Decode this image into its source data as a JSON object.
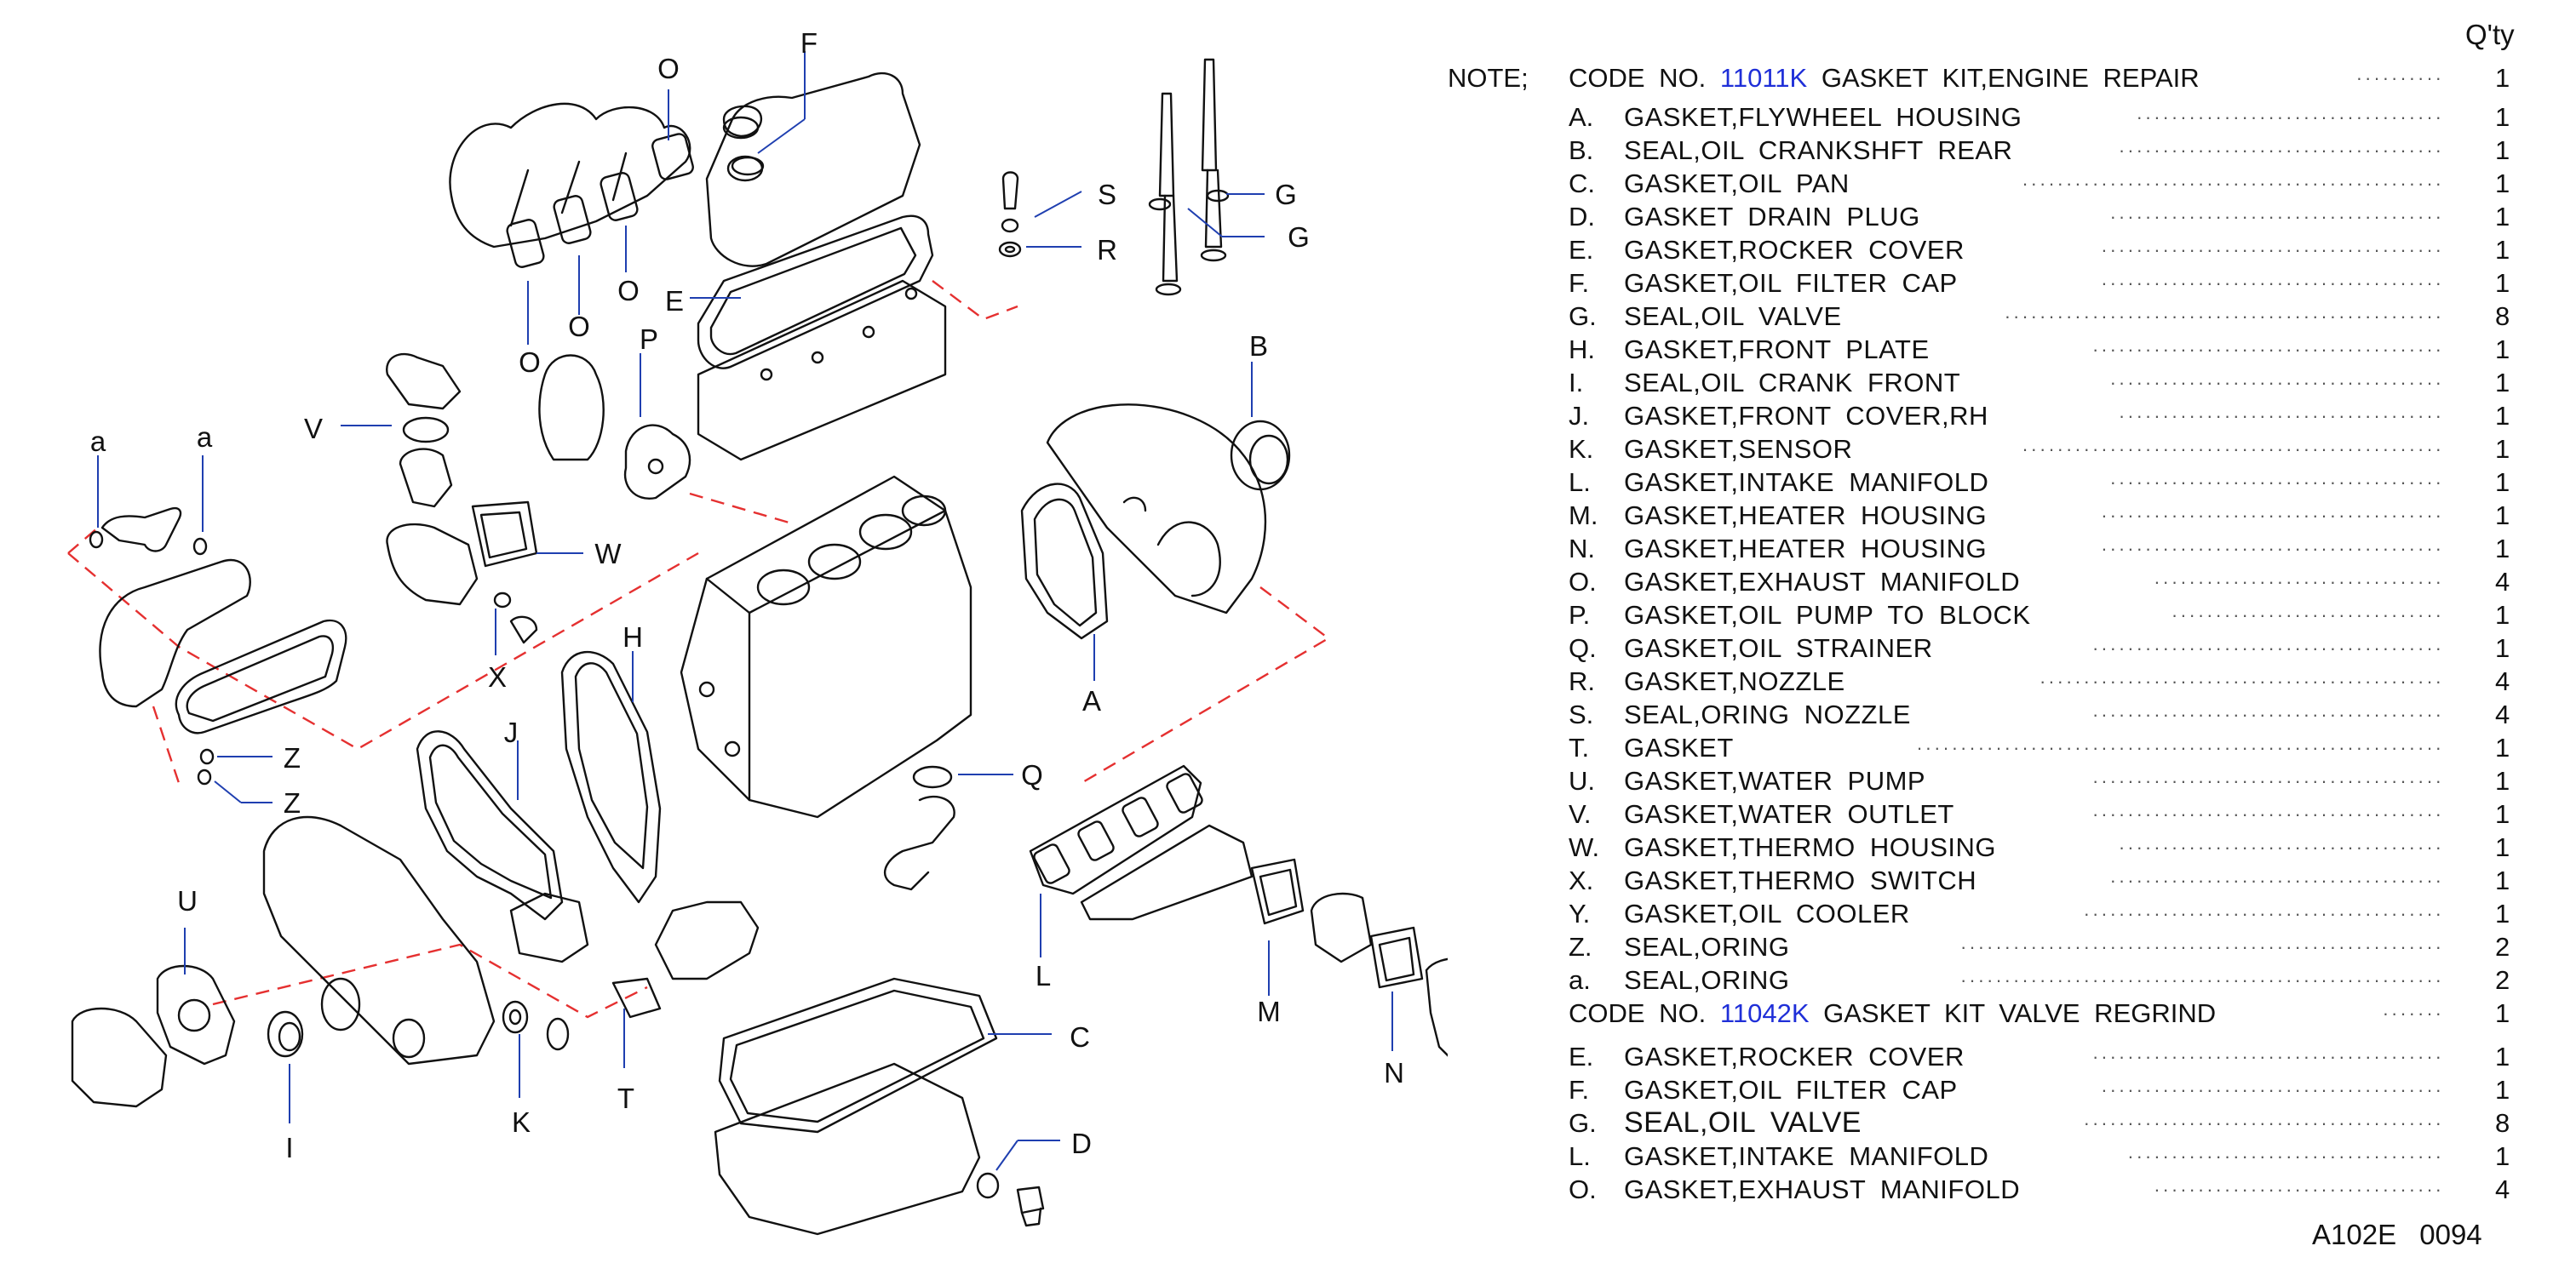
{
  "callouts": [
    "O",
    "F",
    "S",
    "R",
    "G",
    "G",
    "E",
    "O",
    "O",
    "O",
    "P",
    "B",
    "a",
    "a",
    "V",
    "W",
    "X",
    "H",
    "J",
    "A",
    "Q",
    "Z",
    "Z",
    "U",
    "K",
    "T",
    "L",
    "C",
    "M",
    "N",
    "D",
    "I"
  ],
  "parts_list": {
    "qty_header": "Q'ty",
    "note_label": "NOTE;",
    "kits": [
      {
        "code_prefix": "CODE  NO.",
        "code": "11011K",
        "title": "GASKET  KIT,ENGINE  REPAIR",
        "qty": "1",
        "items": [
          {
            "letter": "A.",
            "desc": "GASKET,FLYWHEEL  HOUSING",
            "qty": "1"
          },
          {
            "letter": "B.",
            "desc": "SEAL,OIL  CRANKSHFT  REAR",
            "qty": "1"
          },
          {
            "letter": "C.",
            "desc": "GASKET,OIL  PAN",
            "qty": "1"
          },
          {
            "letter": "D.",
            "desc": "GASKET  DRAIN  PLUG",
            "qty": "1"
          },
          {
            "letter": "E.",
            "desc": "GASKET,ROCKER  COVER",
            "qty": "1"
          },
          {
            "letter": "F.",
            "desc": "GASKET,OIL  FILTER  CAP",
            "qty": "1"
          },
          {
            "letter": "G.",
            "desc": "SEAL,OIL  VALVE",
            "qty": "8"
          },
          {
            "letter": "H.",
            "desc": "GASKET,FRONT  PLATE",
            "qty": "1"
          },
          {
            "letter": "I.",
            "desc": "SEAL,OIL  CRANK  FRONT",
            "qty": "1"
          },
          {
            "letter": "J.",
            "desc": "GASKET,FRONT  COVER,RH",
            "qty": "1"
          },
          {
            "letter": "K.",
            "desc": "GASKET,SENSOR",
            "qty": "1"
          },
          {
            "letter": "L.",
            "desc": "GASKET,INTAKE  MANIFOLD",
            "qty": "1"
          },
          {
            "letter": "M.",
            "desc": "GASKET,HEATER  HOUSING",
            "qty": "1"
          },
          {
            "letter": "N.",
            "desc": "GASKET,HEATER  HOUSING",
            "qty": "1"
          },
          {
            "letter": "O.",
            "desc": "GASKET,EXHAUST  MANIFOLD",
            "qty": "4"
          },
          {
            "letter": "P.",
            "desc": "GASKET,OIL  PUMP  TO  BLOCK",
            "qty": "1"
          },
          {
            "letter": "Q.",
            "desc": "GASKET,OIL  STRAINER",
            "qty": "1"
          },
          {
            "letter": "R.",
            "desc": "GASKET,NOZZLE",
            "qty": "4"
          },
          {
            "letter": "S.",
            "desc": "SEAL,ORING  NOZZLE",
            "qty": "4"
          },
          {
            "letter": "T.",
            "desc": "GASKET",
            "qty": "1"
          },
          {
            "letter": "U.",
            "desc": "GASKET,WATER  PUMP",
            "qty": "1"
          },
          {
            "letter": "V.",
            "desc": "GASKET,WATER  OUTLET",
            "qty": "1"
          },
          {
            "letter": "W.",
            "desc": "GASKET,THERMO  HOUSING",
            "qty": "1"
          },
          {
            "letter": "X.",
            "desc": "GASKET,THERMO  SWITCH",
            "qty": "1"
          },
          {
            "letter": "Y.",
            "desc": "GASKET,OIL  COOLER",
            "qty": "1"
          },
          {
            "letter": "Z.",
            "desc": "SEAL,ORING",
            "qty": "2"
          },
          {
            "letter": "a.",
            "desc": "SEAL,ORING",
            "qty": "2"
          }
        ]
      },
      {
        "code_prefix": "CODE  NO.",
        "code": "11042K",
        "title": "GASKET  KIT  VALVE  REGRIND",
        "qty": "1",
        "items": [
          {
            "letter": "E.",
            "desc": "GASKET,ROCKER  COVER",
            "qty": "1"
          },
          {
            "letter": "F.",
            "desc": "GASKET,OIL  FILTER  CAP",
            "qty": "1"
          },
          {
            "letter": "G.",
            "desc": "SEAL,OIL  VALVE",
            "qty": "8"
          },
          {
            "letter": "L.",
            "desc": "GASKET,INTAKE  MANIFOLD",
            "qty": "1"
          },
          {
            "letter": "O.",
            "desc": "GASKET,EXHAUST  MANIFOLD",
            "qty": "4"
          }
        ]
      }
    ],
    "footer": "A102E  0094"
  }
}
